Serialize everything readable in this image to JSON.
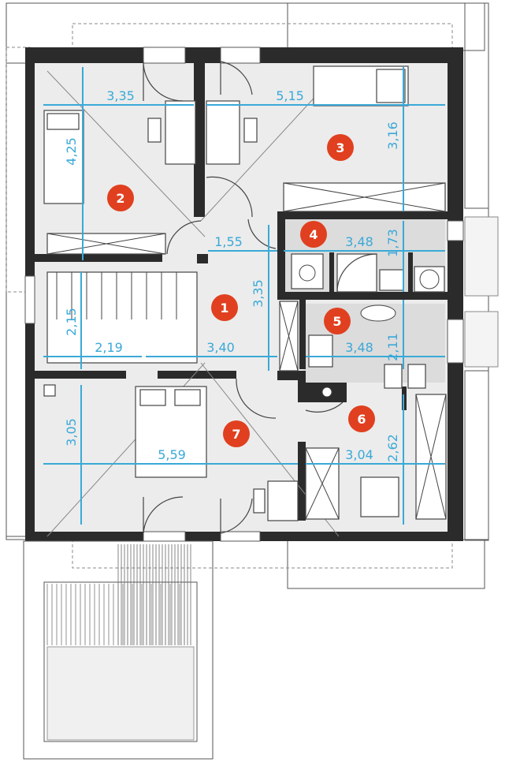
{
  "colors": {
    "wall": "#2b2b2b",
    "floor": "#ececec",
    "wet_floor": "#dcdcdc",
    "dimension": "#3aa9d8",
    "badge": "#e0401f",
    "badge_text": "#ffffff"
  },
  "rooms": [
    {
      "number": "1"
    },
    {
      "number": "2"
    },
    {
      "number": "3"
    },
    {
      "number": "4"
    },
    {
      "number": "5"
    },
    {
      "number": "6"
    },
    {
      "number": "7"
    }
  ],
  "dimensions": [
    "3,35",
    "5,15",
    "4,25",
    "3,16",
    "1,55",
    "3,48",
    "1,73",
    "3,35",
    "2,15",
    "2,19",
    "3,40",
    "3,48",
    "2,11",
    "3,05",
    "5,59",
    "3,04",
    "2,62"
  ]
}
